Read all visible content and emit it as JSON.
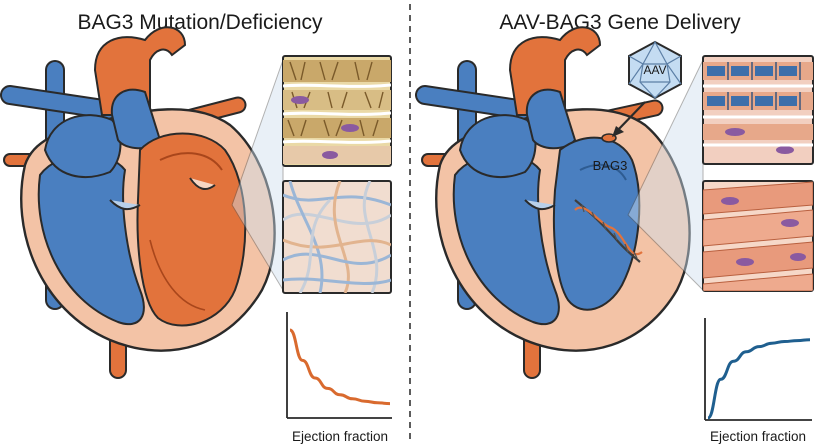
{
  "panels": {
    "left": {
      "title": "BAG3 Mutation/Deficiency",
      "graph_label": "Ejection fraction"
    },
    "right": {
      "title": "AAV-BAG3 Gene Delivery",
      "graph_label": "Ejection fraction",
      "vector_label": "AAV",
      "gene_label": "BAG3"
    }
  },
  "colors": {
    "vein_blue": "#4a7fc0",
    "artery_orange": "#e2733c",
    "myocardium_pink": "#f3c3a6",
    "outline": "#2a2a2a",
    "left_curve": "#d96a2e",
    "right_curve": "#1f5f8f"
  },
  "icons": {
    "vector": "icosahedron-icon",
    "gene": "dna-helix-icon"
  },
  "chart_data": [
    {
      "type": "line",
      "title": "",
      "xlabel": "Ejection fraction",
      "ylabel": "",
      "trend": "decreasing",
      "series": [
        {
          "x": [
            0,
            1,
            2,
            3,
            4,
            5,
            6,
            7,
            8
          ],
          "y": [
            1.0,
            0.62,
            0.4,
            0.27,
            0.19,
            0.14,
            0.11,
            0.09,
            0.08
          ]
        }
      ]
    },
    {
      "type": "line",
      "title": "",
      "xlabel": "Ejection fraction",
      "ylabel": "",
      "trend": "increasing",
      "series": [
        {
          "x": [
            0,
            1,
            2,
            3,
            4,
            5,
            6,
            7,
            8
          ],
          "y": [
            0.0,
            0.45,
            0.66,
            0.77,
            0.83,
            0.87,
            0.89,
            0.9,
            0.91
          ]
        }
      ]
    }
  ]
}
